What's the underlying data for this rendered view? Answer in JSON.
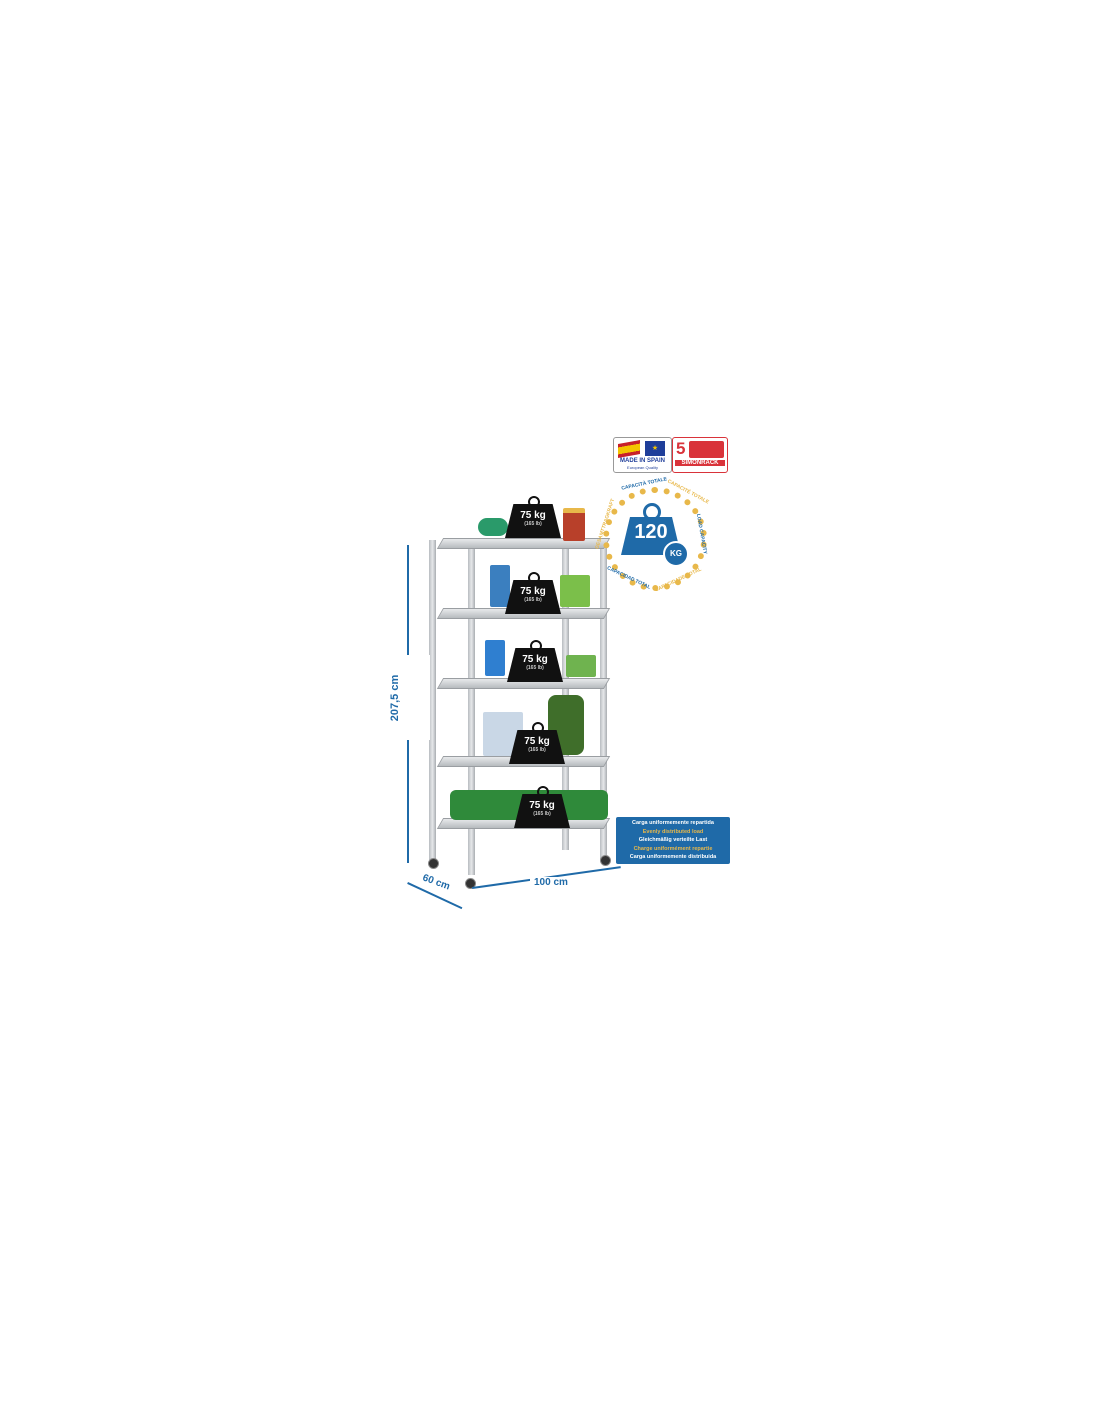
{
  "badges": {
    "made_in_spain": "MADE IN SPAIN",
    "european_quality": "European Quality",
    "warranty_years": "5",
    "brand": "SIMONRACK"
  },
  "capacity": {
    "value": "120",
    "unit": "KG",
    "ring_text": [
      "CAPACITÀ TOTALE",
      "CAPACITÉ TOTALE",
      "LOAD CAPACITY",
      "CAPACIDAD TOTAL",
      "CAPACIDADE TOTAL",
      "GESAMTTRAGKRAFT"
    ]
  },
  "shelf_loads": [
    {
      "kg": "75 kg",
      "lb": "(165 lb)"
    },
    {
      "kg": "75 kg",
      "lb": "(165 lb)"
    },
    {
      "kg": "75 kg",
      "lb": "(165 lb)"
    },
    {
      "kg": "75 kg",
      "lb": "(165 lb)"
    },
    {
      "kg": "75 kg",
      "lb": "(165 lb)"
    }
  ],
  "load_note": [
    "Carga uniformemente repartida",
    "Evenly distributed load",
    "Gleichmäßig verteilte Last",
    "Charge uniformément repartie",
    "Carga uniformemente distribuida"
  ],
  "dimensions": {
    "height": "207,5 cm",
    "depth": "60 cm",
    "width": "100 cm"
  },
  "colors": {
    "accent_blue": "#1f6aa8",
    "gold": "#e8b84a",
    "red": "#d9333a"
  }
}
